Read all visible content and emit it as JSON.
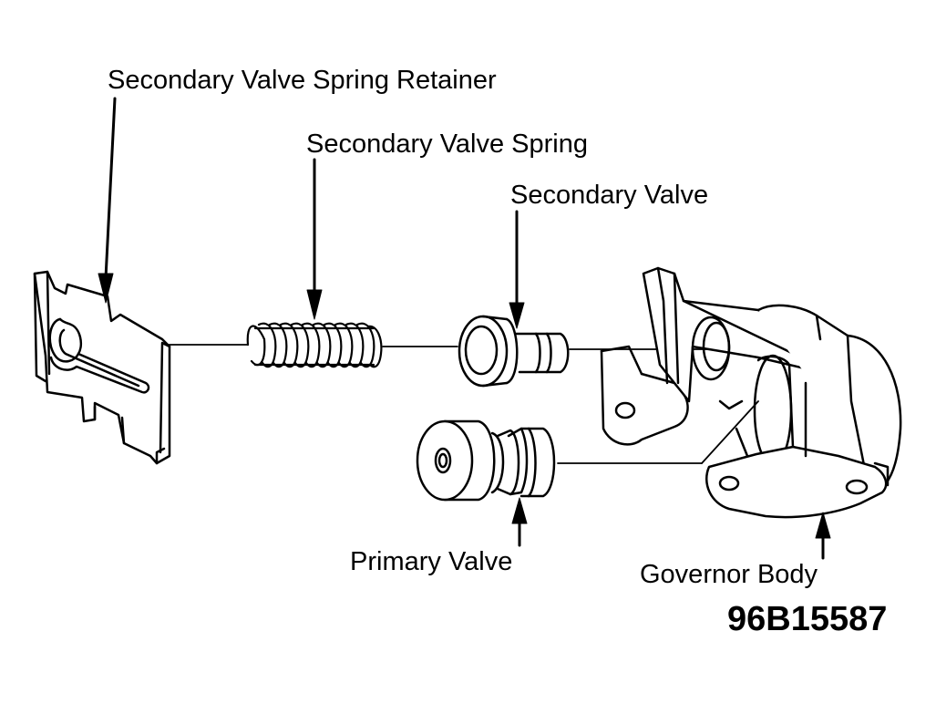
{
  "labels": {
    "retainer": "Secondary Valve Spring Retainer",
    "spring": "Secondary Valve Spring",
    "secondary_valve": "Secondary Valve",
    "primary_valve": "Primary Valve",
    "governor_body": "Governor Body"
  },
  "figure_code": "96B15587"
}
